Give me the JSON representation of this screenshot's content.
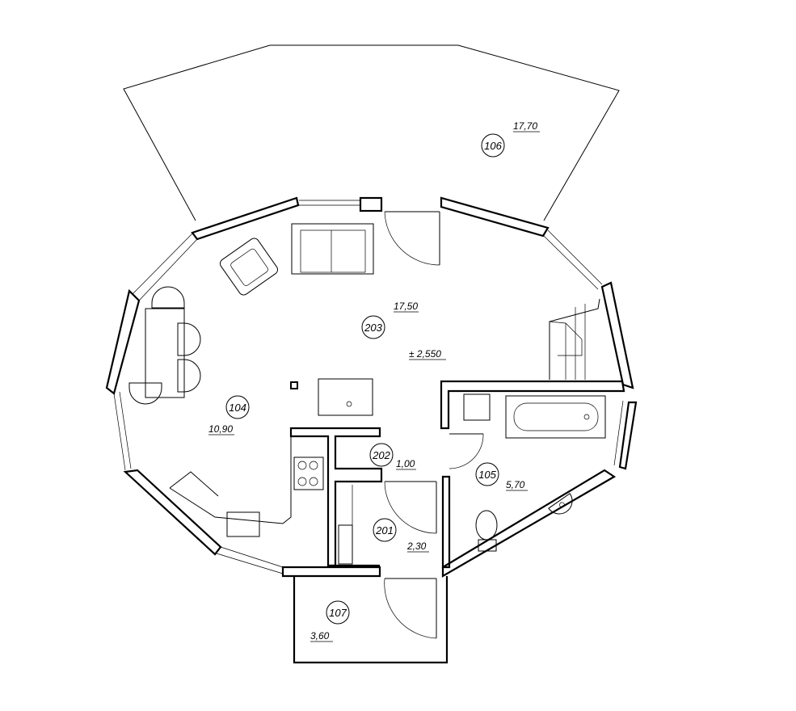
{
  "rooms": [
    {
      "id": "106",
      "area": "17,70"
    },
    {
      "id": "203",
      "area": "17,50"
    },
    {
      "id": "104",
      "area": "10,90"
    },
    {
      "id": "202",
      "area": "1,00"
    },
    {
      "id": "105",
      "area": "5,70"
    },
    {
      "id": "201",
      "area": "2,30"
    },
    {
      "id": "107",
      "area": "3,60"
    }
  ],
  "level_mark": "± 2,550"
}
